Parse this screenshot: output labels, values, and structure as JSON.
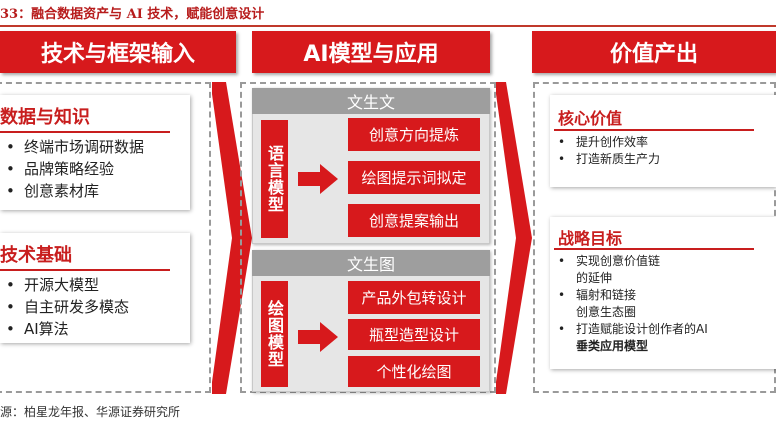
{
  "figure": {
    "title": "33：融合数据资产与 AI 技术，赋能创意设计",
    "source": "源：柏星龙年报、华源证券研究所"
  },
  "columns": {
    "left_header": "技术与框架输入",
    "middle_header": "AI模型与应用",
    "right_header": "价值产出"
  },
  "left": {
    "data": {
      "title": "数据与知识",
      "items": [
        "终端市场调研数据",
        "品牌策略经验",
        "创意素材库"
      ]
    },
    "tech": {
      "title": "技术基础",
      "items": [
        "开源大模型",
        "自主研发多模态",
        "AI算法"
      ]
    }
  },
  "middle": {
    "text_model": {
      "panel_title": "文生文",
      "model_label": "语言模型",
      "outputs": [
        "创意方向提炼",
        "绘图提示词拟定",
        "创意提案输出"
      ]
    },
    "image_model": {
      "panel_title": "文生图",
      "model_label": "绘图模型",
      "outputs": [
        "产品外包转设计",
        "瓶型造型设计",
        "个性化绘图"
      ]
    }
  },
  "right": {
    "core": {
      "title": "核心价值",
      "items": [
        "提升创作效率",
        "打造新质生产力"
      ]
    },
    "strategy": {
      "title": "战略目标",
      "items": [
        {
          "line1": "实现创意价值链",
          "line2": "的延伸"
        },
        {
          "line1": "辐射和链接",
          "line2": "创意生态圈"
        },
        {
          "line1": "打造赋能设计创作者的AI",
          "line2": "垂类应用模型"
        }
      ]
    }
  },
  "colors": {
    "accent_red": "#d7191c",
    "grey_title": "#9e9e9e",
    "panel_grey": "#e6e6e6"
  }
}
